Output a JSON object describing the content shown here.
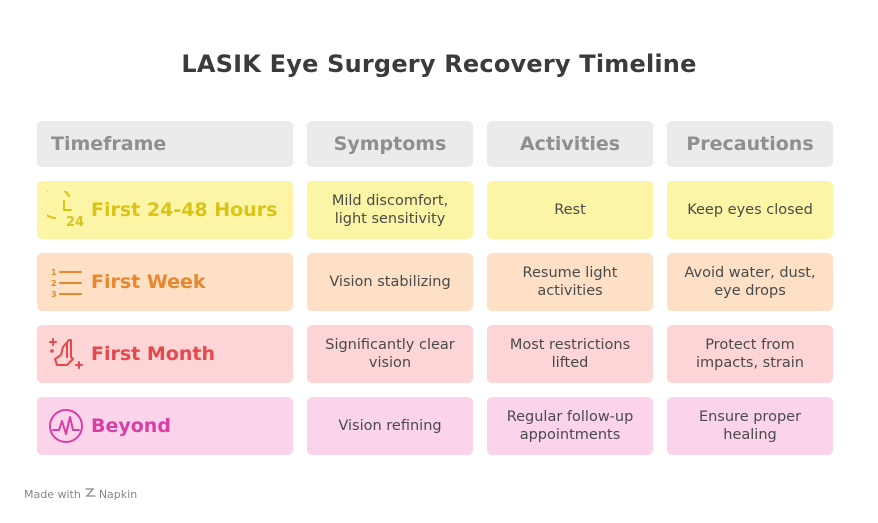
{
  "title": "LASIK Eye Surgery Recovery Timeline",
  "headers": [
    "Timeframe",
    "Symptoms",
    "Activities",
    "Precautions"
  ],
  "rows": [
    {
      "timeframe": "First 24-48 Hours",
      "icon": "clock-24-icon",
      "color": "#d9c417",
      "symptoms": "Mild discomfort, light sensitivity",
      "activities": "Rest",
      "precautions": "Keep eyes closed"
    },
    {
      "timeframe": "First Week",
      "icon": "numbered-list-icon",
      "color": "#e8872b",
      "symptoms": "Vision stabilizing",
      "activities": "Resume light activities",
      "precautions": "Avoid water, dust, eye drops"
    },
    {
      "timeframe": "First Month",
      "icon": "calendar-one-sparkle-icon",
      "color": "#e5484d",
      "symptoms": "Significantly clear vision",
      "activities": "Most restrictions lifted",
      "precautions": "Protect from impacts, strain"
    },
    {
      "timeframe": "Beyond",
      "icon": "heart-pulse-icon",
      "color": "#d63fa3",
      "symptoms": "Vision refining",
      "activities": "Regular follow-up appointments",
      "precautions": "Ensure proper healing"
    }
  ],
  "footer": {
    "made_with": "Made with",
    "brand": "Napkin"
  }
}
